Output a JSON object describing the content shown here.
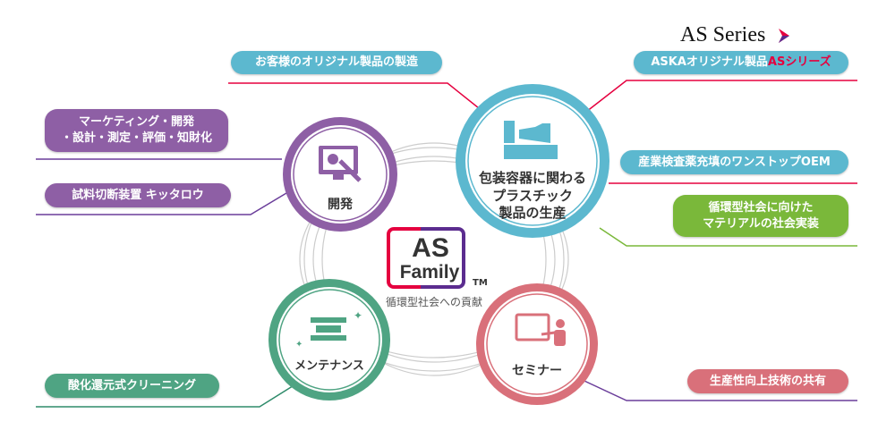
{
  "series_logo": "AS Series",
  "center": {
    "logo_top": "AS",
    "logo_bottom": "Family",
    "tm": "TM",
    "caption": "循環型社会への貢献"
  },
  "circles": {
    "development": "開発",
    "production": [
      "包装容器に関わる",
      "プラスチック",
      "製品の生産"
    ],
    "maintenance": "メンテナンス",
    "seminar": "セミナー"
  },
  "pills": {
    "custom": "お客様のオリジナル製品の製造",
    "aska_prefix": "ASKAオリジナル製品 ",
    "aska_series": "ASシリーズ",
    "marketing": [
      "マーケティング・開発",
      "・設計・測定・評価・知財化"
    ],
    "cutter": "試料切断装置 キッタロウ",
    "oem": "産業検査薬充填のワンストップOEM",
    "circular": [
      "循環型社会に向けた",
      "マテリアルの社会実装"
    ],
    "cleaning": "酸化還元式クリーニング",
    "sharing": "生産性向上技術の共有"
  },
  "colors": {
    "blue": "#5cb8cf",
    "purple": "#8e5fa5",
    "green": "#4fa483",
    "pink": "#d9707a",
    "lime": "#7ab83a",
    "accent": "#e5003f"
  }
}
